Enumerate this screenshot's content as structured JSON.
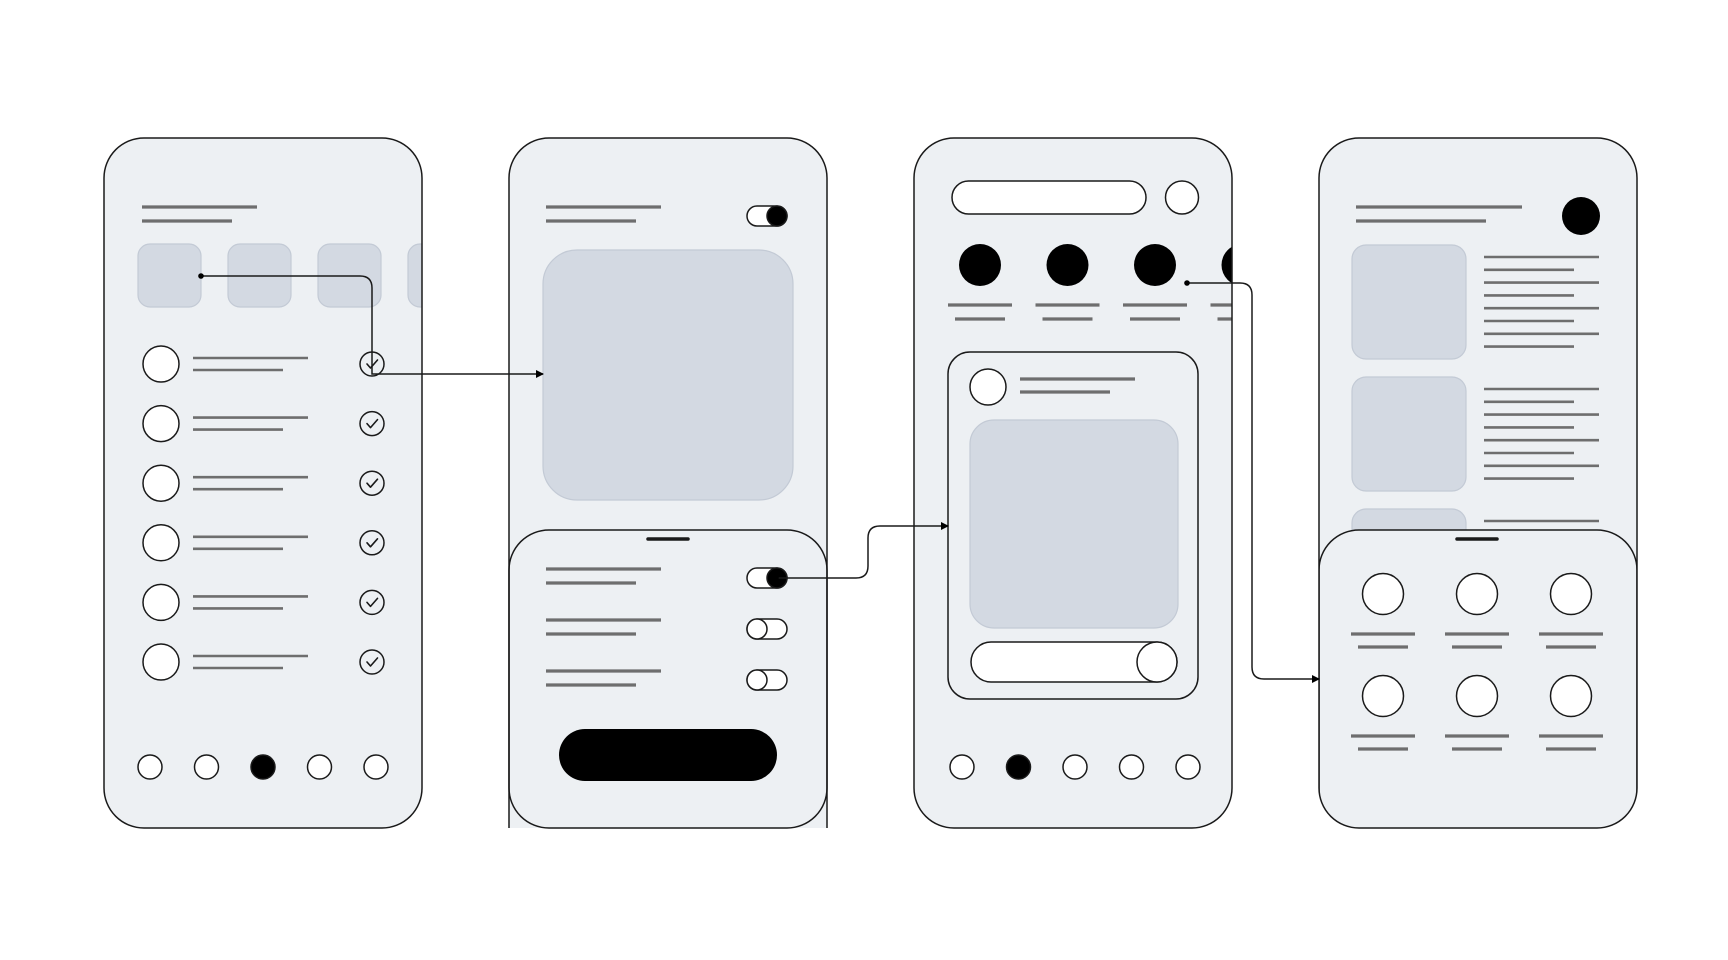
{
  "colors": {
    "background": "#ffffff",
    "phone_fill": "#edf0f3",
    "outline": "#1a1a1a",
    "placeholder_fill": "#d3d9e2",
    "placeholder_stroke": "#c3cad5",
    "text_line": "#6e6e6e",
    "accent": "#000000"
  },
  "screens": [
    {
      "name": "list-screen",
      "thumbnails": 4,
      "list_rows": 6,
      "rows_checked": true,
      "pagination": {
        "count": 5,
        "active_index": 2
      }
    },
    {
      "name": "detail-screen",
      "header_toggle_on": true,
      "sheet_toggles": [
        true,
        false,
        false
      ],
      "primary_button_filled": true
    },
    {
      "name": "feed-screen",
      "stories": 4,
      "pagination": {
        "count": 5,
        "active_index": 1
      }
    },
    {
      "name": "article-screen",
      "articles": 3,
      "sheet_grid": {
        "columns": 3,
        "rows": 2
      }
    }
  ],
  "connectors": [
    {
      "from": "list-screen-thumbnail-1",
      "to": "detail-screen-image"
    },
    {
      "from": "detail-screen-sheet-toggle-1",
      "to": "feed-screen-post-card"
    },
    {
      "from": "feed-screen-story-3",
      "to": "article-screen-bottom-sheet"
    }
  ]
}
